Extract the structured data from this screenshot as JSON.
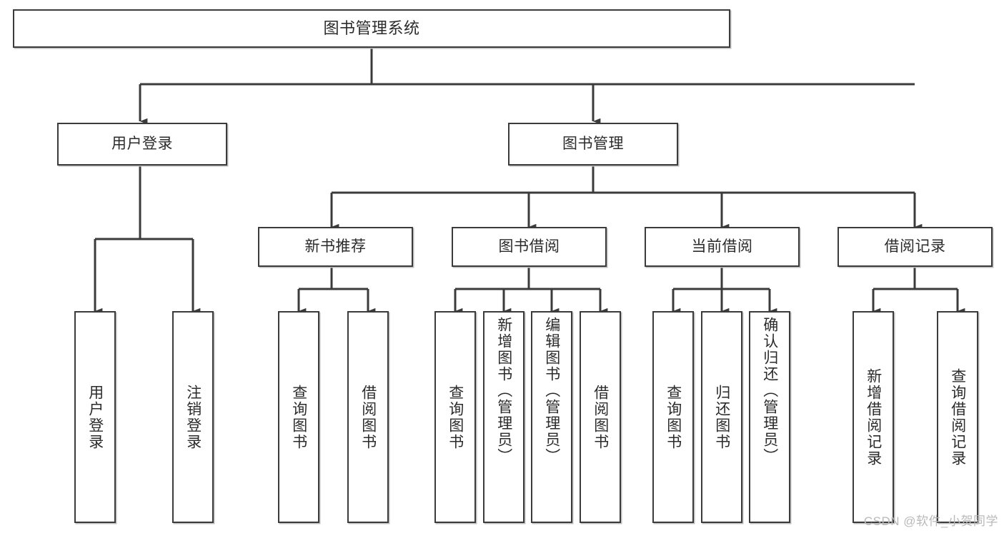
{
  "diagram": {
    "title": "图书管理系统",
    "type": "tree-hierarchy-diagram",
    "colors": {
      "background": "#ffffff",
      "box_border": "#3b3b3b",
      "box_fill": "#ffffff",
      "connector": "#3b3b3b",
      "text": "#2b2b2b",
      "watermark": "#b9b9b9"
    },
    "root": {
      "label": "图书管理系统"
    },
    "level2": [
      {
        "label": "用户登录"
      },
      {
        "label": "图书管理"
      }
    ],
    "level3": [
      {
        "label": "新书推荐"
      },
      {
        "label": "图书借阅"
      },
      {
        "label": "当前借阅"
      },
      {
        "label": "借阅记录"
      }
    ],
    "leaves": {
      "user_login": [
        {
          "label": "用户登录"
        },
        {
          "label": "注销登录"
        }
      ],
      "new_book_recommend": [
        {
          "label": "查询图书"
        },
        {
          "label": "借阅图书"
        }
      ],
      "book_borrow": [
        {
          "label": "查询图书"
        },
        {
          "label": "新增图书（管理员）"
        },
        {
          "label": "编辑图书（管理员）"
        },
        {
          "label": "借阅图书"
        }
      ],
      "current_borrow": [
        {
          "label": "查询图书"
        },
        {
          "label": "归还图书"
        },
        {
          "label": "确认归还（管理员）"
        }
      ],
      "borrow_record": [
        {
          "label": "新增借阅记录"
        },
        {
          "label": "查询借阅记录"
        }
      ]
    }
  },
  "watermark": {
    "text": "CSDN @软件_小贺同学"
  }
}
